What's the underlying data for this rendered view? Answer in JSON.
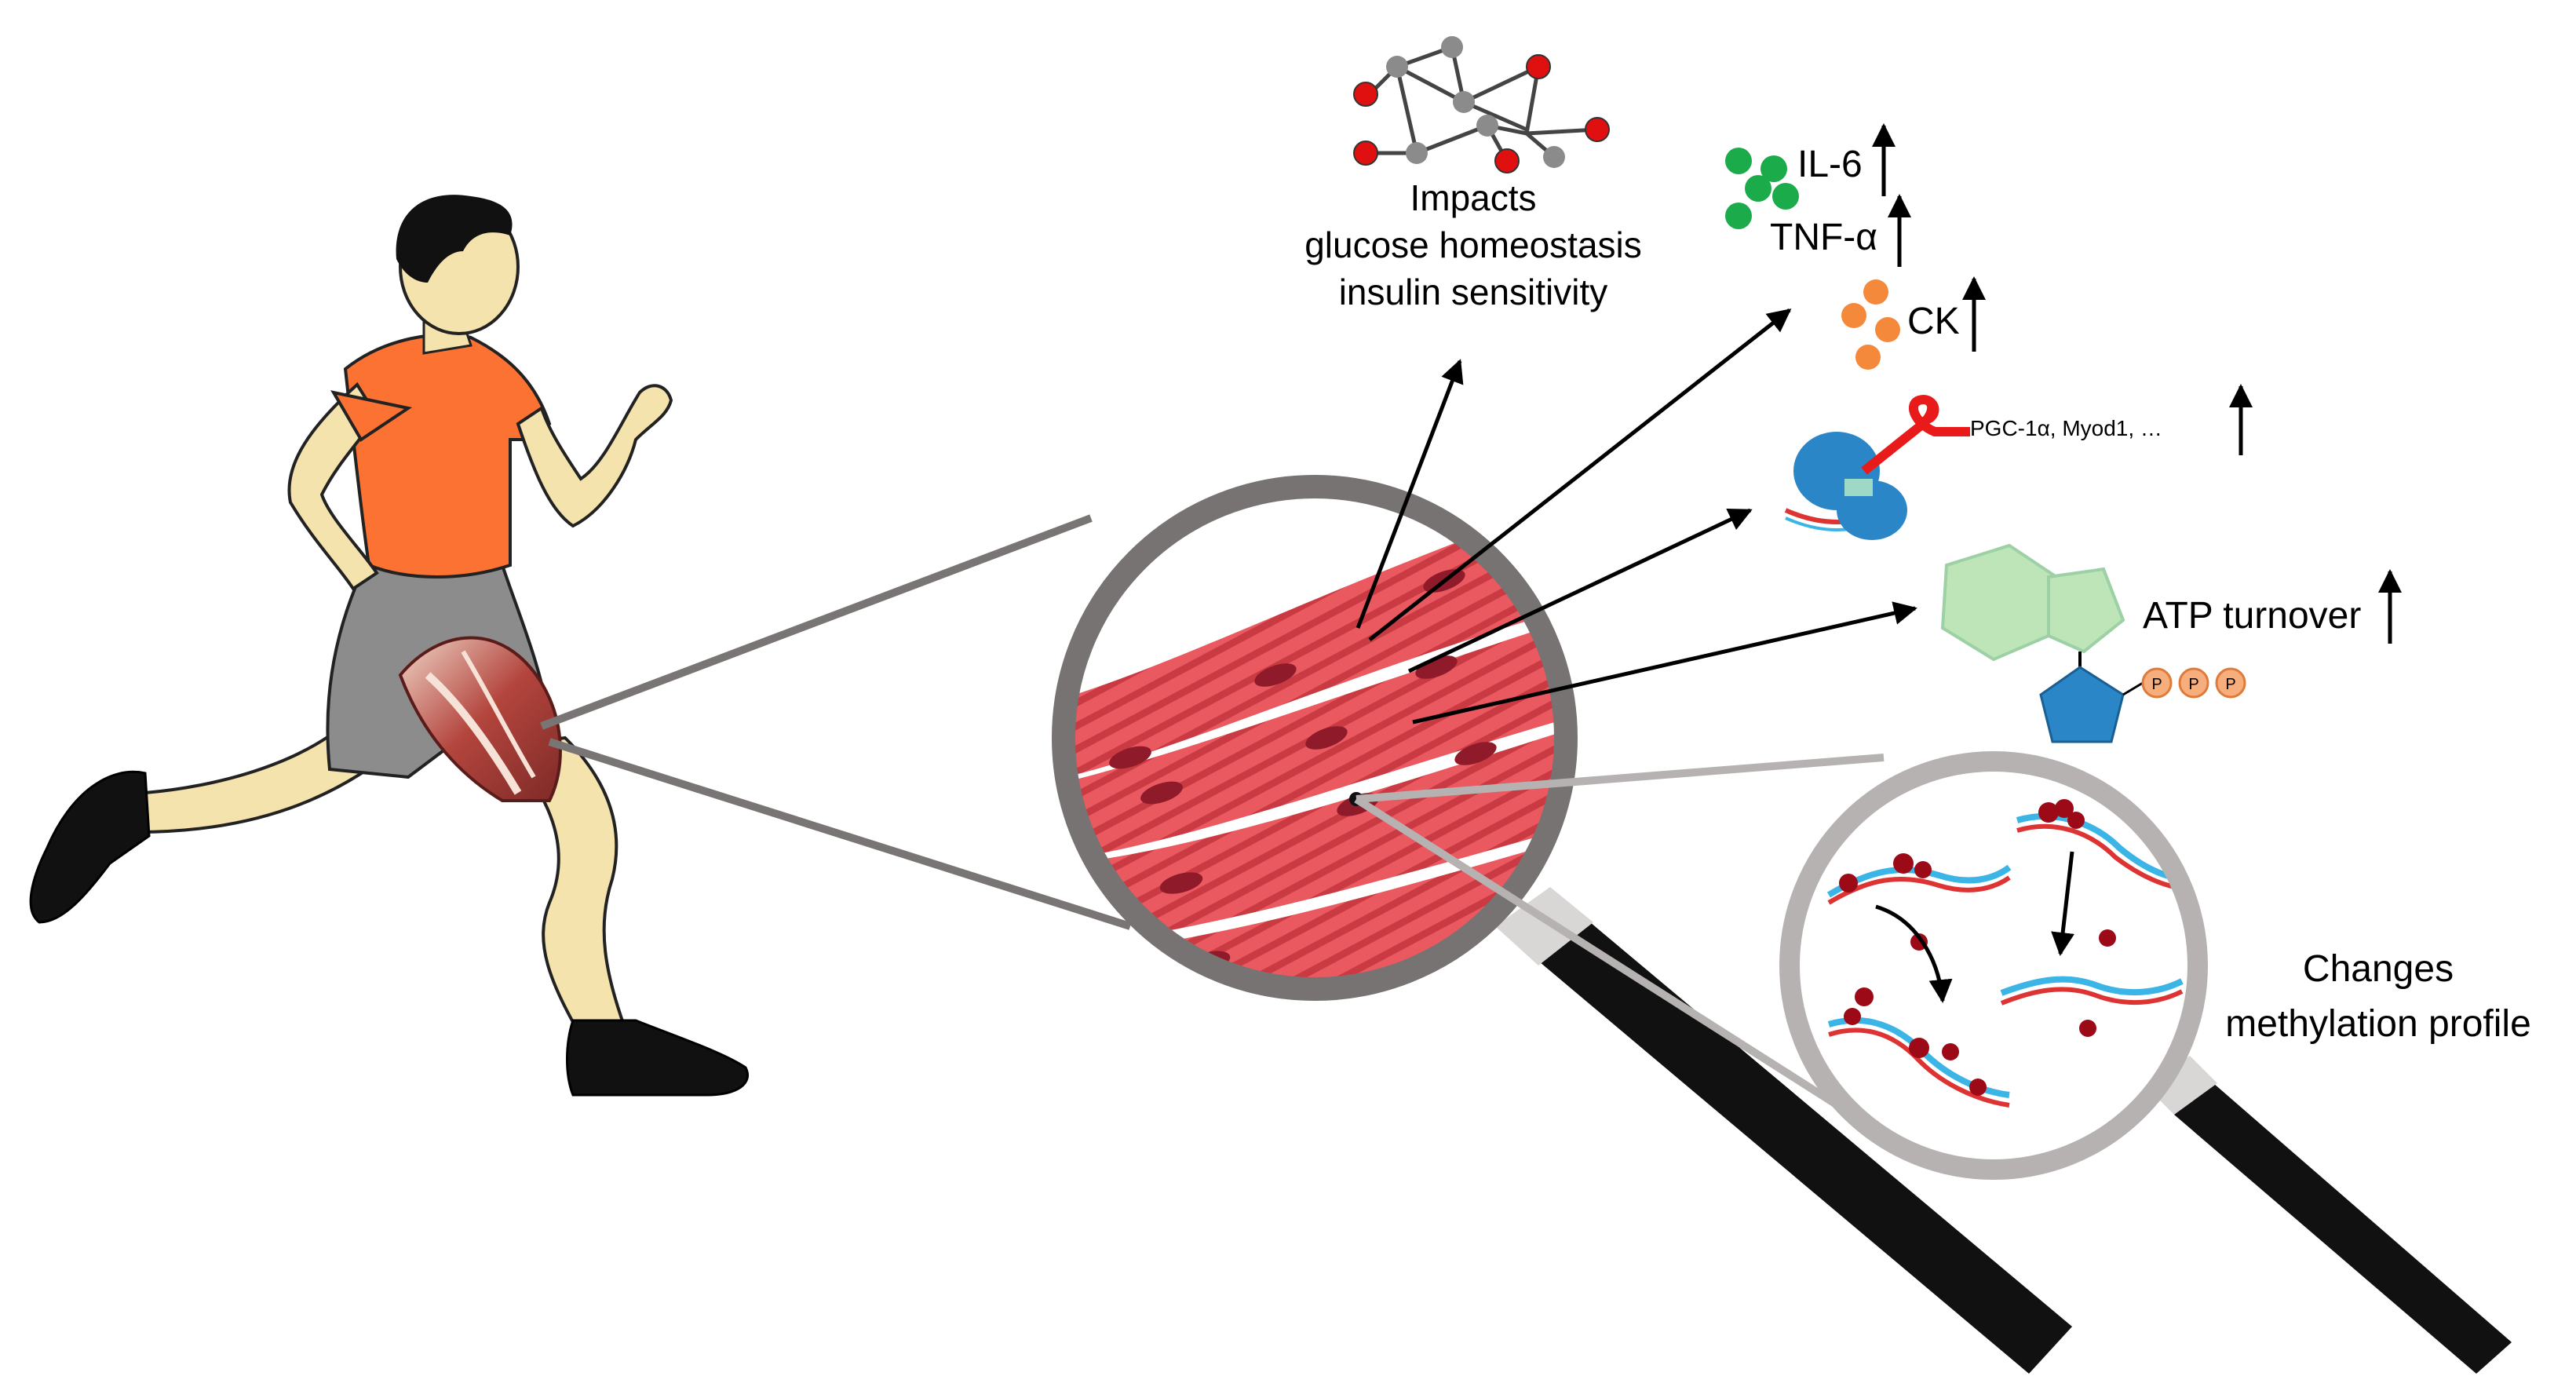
{
  "labels": {
    "impacts_line1": "Impacts",
    "impacts_line2": "glucose homeostasis",
    "impacts_line3": "insulin sensitivity",
    "il6": "IL-6",
    "tnf": "TNF-α",
    "ck": "CK",
    "genes": "PGC-1α, Myod1, …",
    "atp": "ATP turnover",
    "changes_line1": "Changes",
    "changes_line2": "methylation profile",
    "phosphate": "P"
  },
  "colors": {
    "skin": "#f5e3ae",
    "shirt": "#fb7232",
    "shorts": "#8c8c8c",
    "muscle": "#e9595f",
    "muscle_stripe": "#c93a43",
    "nucleus": "#8e1a2a",
    "lens_dark": "#787373",
    "lens_light": "#b6b2b2",
    "handle": "#000000",
    "cytokine": "#1cab4a",
    "ck": "#f5893b",
    "molecule_grey": "#8b8b8b",
    "molecule_red": "#e01010",
    "ribosome": "#2b86c8",
    "mrna": "#e81a1a",
    "adenine": "#bde5b8",
    "ribose": "#2b86c8",
    "phosphate": "#f7ae7d",
    "dna_blue": "#3ab5e6",
    "dna_red": "#d33",
    "methyl": "#9b0a16"
  },
  "icons": [
    "runner-figure",
    "magnifier-muscle",
    "magnifier-dna",
    "molecule-network-icon",
    "cytokine-cluster-icon",
    "ck-cluster-icon",
    "ribosome-mrna-icon",
    "atp-molecule-icon",
    "up-arrow-icon"
  ]
}
